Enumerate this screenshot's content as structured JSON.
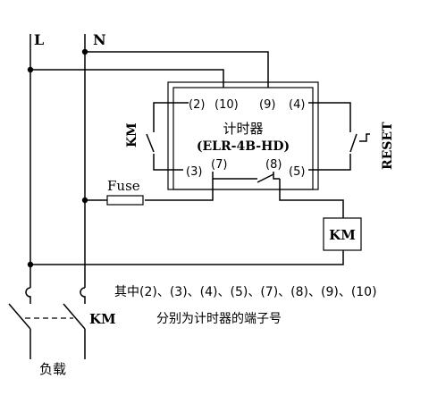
{
  "lines": {
    "L": "L",
    "N": "N"
  },
  "timer": {
    "title": "计时器",
    "model": "(ELR-4B-HD)"
  },
  "terminals": {
    "t2": "(2)",
    "t10": "(10)",
    "t9": "(9)",
    "t4": "(4)",
    "t3": "(3)",
    "t7": "(7)",
    "t8": "(8)",
    "t5": "(5)"
  },
  "labels": {
    "km_contact": "KM",
    "reset": "RESET",
    "fuse": "Fuse",
    "km_coil": "KM",
    "km_main": "KM",
    "load": "负载"
  },
  "note": {
    "line1": "其中(2)、(3)、(4)、(5)、(7)、(8)、(9)、(10)",
    "line2": "分别为计时器的端子号"
  }
}
